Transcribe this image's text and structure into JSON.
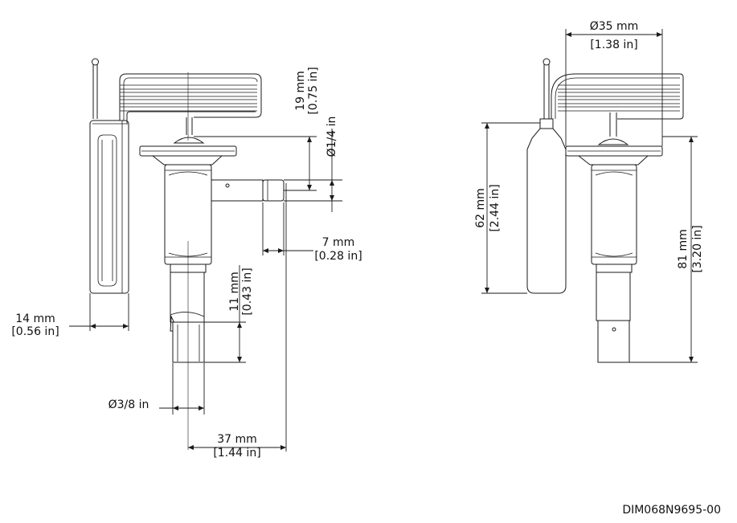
{
  "drawing_code": "DIM068N9695-00",
  "left_view": {
    "bulb_width_mm": "14 mm",
    "bulb_width_in": "[0.56 in]",
    "inlet_dia": "Ø3/8 in",
    "center_to_outlet_mm": "37 mm",
    "center_to_outlet_in": "[1.44 in]",
    "outlet_dia": "Ø1/4 in",
    "outlet_offset_mm": "19 mm",
    "outlet_offset_in": "[0.75 in]",
    "stub_length_mm": "7 mm",
    "stub_length_in": "[0.28 in]",
    "inlet_length_mm": "11 mm",
    "inlet_length_in": "[0.43 in]"
  },
  "right_view": {
    "head_dia_mm": "Ø35 mm",
    "head_dia_in": "[1.38 in]",
    "bulb_length_mm": "62 mm",
    "bulb_length_in": "[2.44 in]",
    "total_height_mm": "81 mm",
    "total_height_in": "[3.20 in]"
  }
}
